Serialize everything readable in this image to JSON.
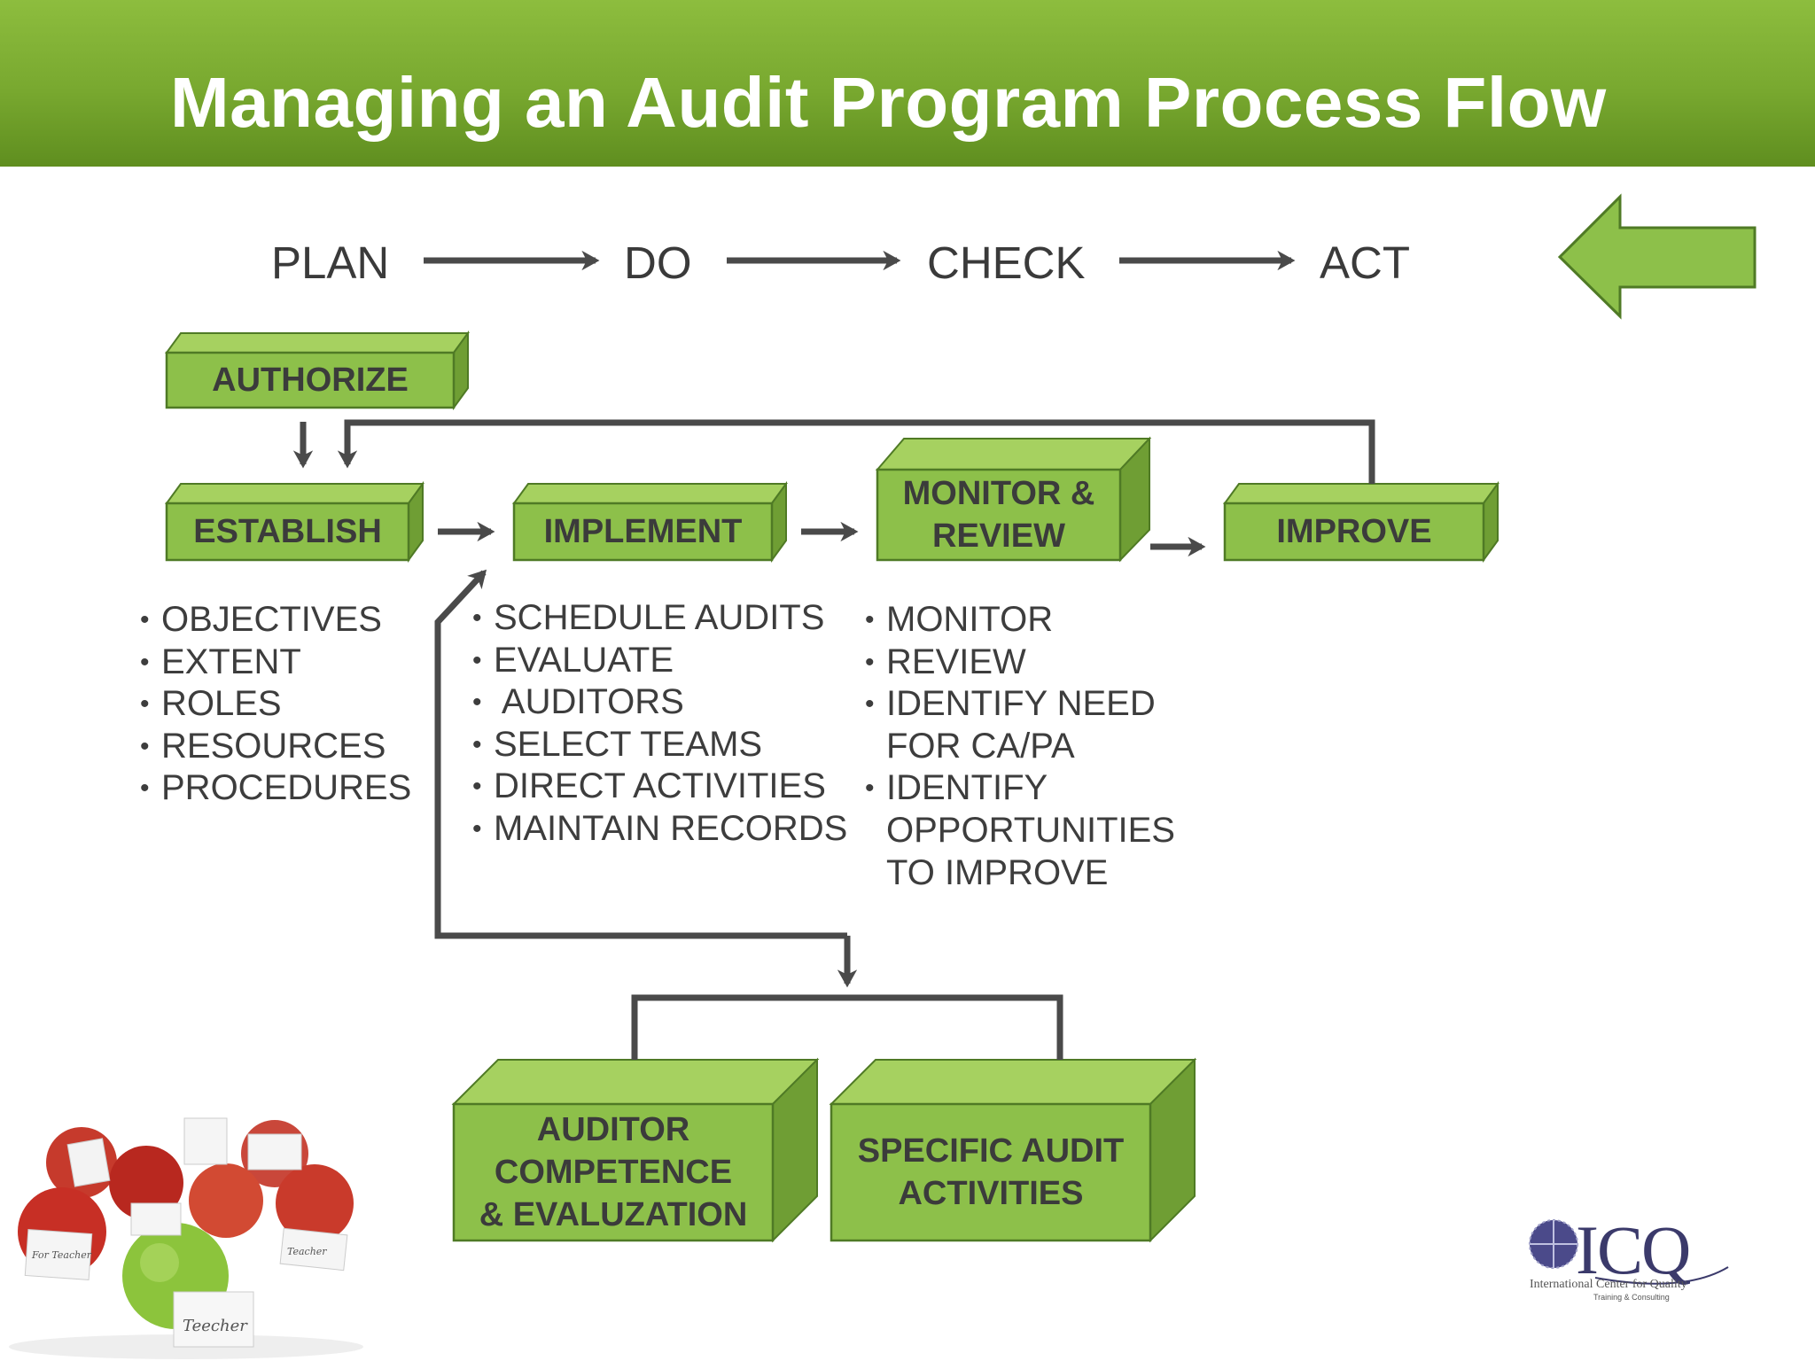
{
  "title": "Managing an Audit Program Process Flow",
  "pdca": {
    "plan": "PLAN",
    "do": "DO",
    "check": "CHECK",
    "act": "ACT"
  },
  "boxes": {
    "authorize": "AUTHORIZE",
    "establish": "ESTABLISH",
    "implement": "IMPLEMENT",
    "monitor_review": "MONITOR &\nREVIEW",
    "improve": "IMPROVE",
    "auditor_competence": "AUDITOR\nCOMPETENCE\n& EVALUZATION",
    "specific_audit": "SPECIFIC AUDIT\nACTIVITIES"
  },
  "establish_items": [
    "OBJECTIVES",
    "EXTENT",
    "ROLES",
    "RESOURCES",
    "PROCEDURES"
  ],
  "implement_items": [
    "SCHEDULE AUDITS",
    "EVALUATE",
    " AUDITORS",
    "SELECT TEAMS",
    "DIRECT ACTIVITIES",
    "MAINTAIN RECORDS"
  ],
  "monitor_items": [
    "MONITOR",
    "REVIEW",
    "IDENTIFY NEED",
    "FOR CA/PA",
    "IDENTIFY",
    "OPPORTUNITIES",
    "TO IMPROVE"
  ],
  "logo": {
    "mark": "ICQ",
    "name": "International Center for Quality",
    "tagline": "Training & Consulting"
  },
  "photo_notes": [
    "Teecher",
    "For Teacher",
    "Teacher"
  ],
  "colors": {
    "box_front": "#8dc04a",
    "box_top": "#a6d160",
    "box_side": "#6f9e34",
    "box_border": "#4f7a25",
    "arrow": "#4a4a4a",
    "title_bar": "#78a82f"
  }
}
